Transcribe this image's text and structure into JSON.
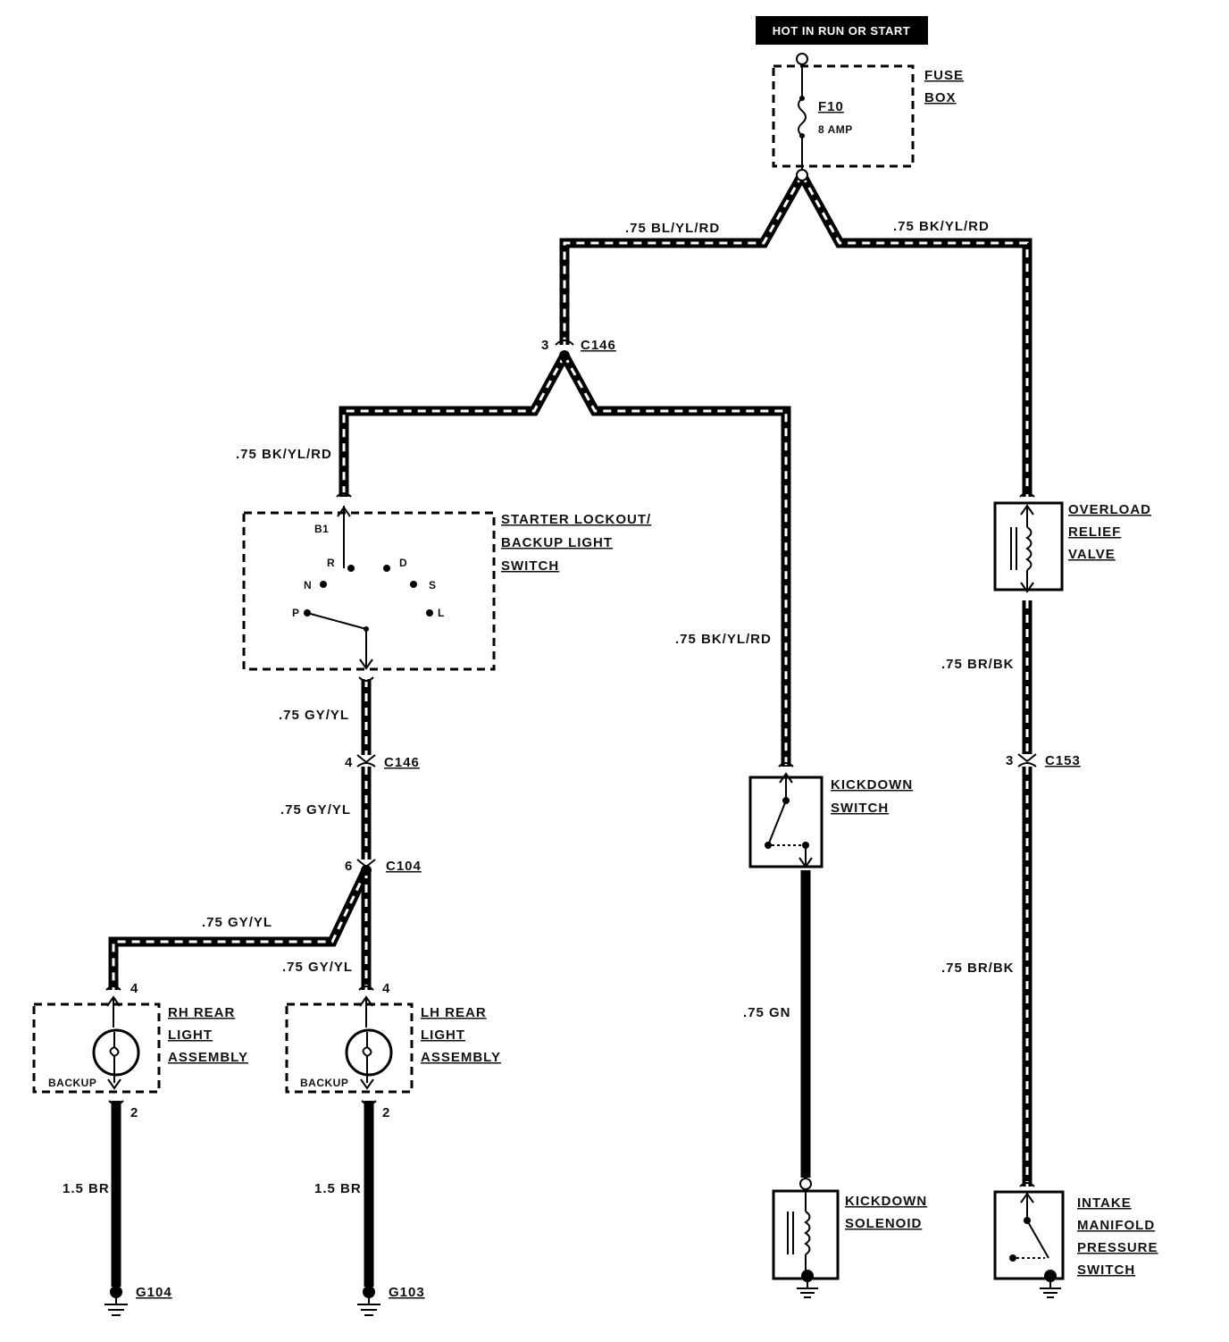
{
  "header": {
    "power_label": "HOT IN RUN OR START"
  },
  "fuse_box": {
    "title_1": "FUSE",
    "title_2": "BOX",
    "fuse_id": "F10",
    "fuse_rating": "8 AMP"
  },
  "wires": {
    "top_left": ".75 BL/YL/RD",
    "top_right": ".75 BK/YL/RD",
    "to_starter": ".75 BK/YL/RD",
    "to_kickdown": ".75 BK/YL/RD",
    "overload_out": ".75 BR/BK",
    "intake_in": ".75 BR/BK",
    "starter_out": ".75 GY/YL",
    "c146_to_c104": ".75 GY/YL",
    "to_rh_light": ".75 GY/YL",
    "to_lh_light": ".75 GY/YL",
    "kickdown_gn": ".75 GN",
    "rh_ground": "1.5 BR",
    "lh_ground": "1.5 BR"
  },
  "connectors": {
    "c146_top": {
      "pin": "3",
      "id": "C146"
    },
    "c146_mid": {
      "pin": "4",
      "id": "C146"
    },
    "c104": {
      "pin": "6",
      "id": "C104"
    },
    "c153": {
      "pin": "3",
      "id": "C153"
    }
  },
  "starter_switch": {
    "title_1": "STARTER LOCKOUT/",
    "title_2": "BACKUP LIGHT",
    "title_3": "SWITCH",
    "pin": "B1",
    "positions": {
      "r": "R",
      "d": "D",
      "n": "N",
      "s": "S",
      "p": "P",
      "l": "L"
    }
  },
  "kickdown_switch": {
    "title_1": "KICKDOWN",
    "title_2": "SWITCH"
  },
  "overload_valve": {
    "title_1": "OVERLOAD",
    "title_2": "RELIEF",
    "title_3": "VALVE"
  },
  "kickdown_solenoid": {
    "title_1": "KICKDOWN",
    "title_2": "SOLENOID"
  },
  "intake_switch": {
    "title_1": "INTAKE",
    "title_2": "MANIFOLD",
    "title_3": "PRESSURE",
    "title_4": "SWITCH"
  },
  "rh_light": {
    "title_1": "RH REAR",
    "title_2": "LIGHT",
    "title_3": "ASSEMBLY",
    "bulb_label": "BACKUP",
    "pin_in": "4",
    "pin_out": "2"
  },
  "lh_light": {
    "title_1": "LH REAR",
    "title_2": "LIGHT",
    "title_3": "ASSEMBLY",
    "bulb_label": "BACKUP",
    "pin_in": "4",
    "pin_out": "2"
  },
  "grounds": {
    "rh": "G104",
    "lh": "G103"
  }
}
